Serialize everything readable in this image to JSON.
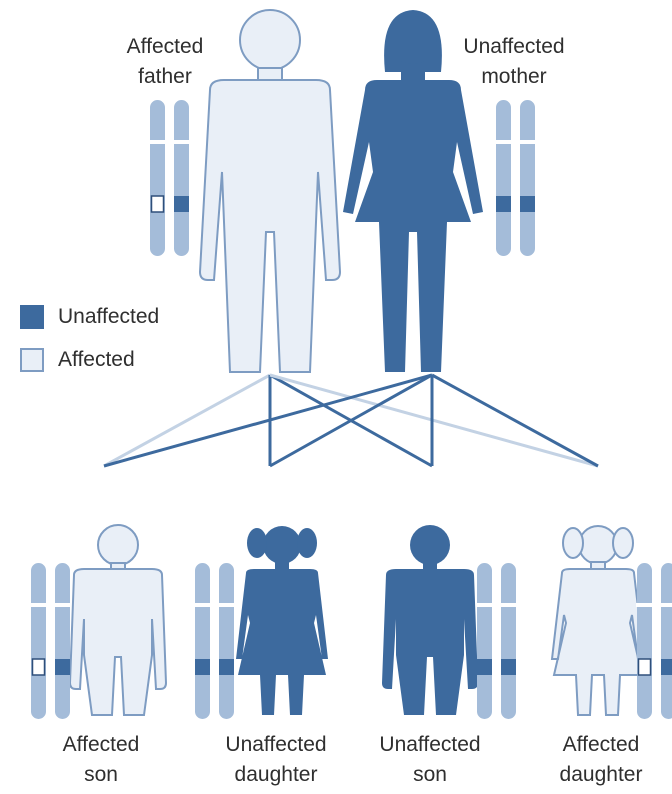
{
  "colors": {
    "unaffected": "#3d6a9e",
    "affected_fill": "#e9eff7",
    "affected_stroke": "#7e9cc2",
    "chromosome": "#a4bcd9",
    "line_dark": "#3d6a9e",
    "line_light": "#c3d2e4"
  },
  "legend": {
    "unaffected_label": "Unaffected",
    "affected_label": "Affected"
  },
  "parents": {
    "father": {
      "line1": "Affected",
      "line2": "father",
      "status": "affected"
    },
    "mother": {
      "line1": "Unaffected",
      "line2": "mother",
      "status": "unaffected"
    }
  },
  "children": [
    {
      "line1": "Affected",
      "line2": "son",
      "status": "affected",
      "sex": "male"
    },
    {
      "line1": "Unaffected",
      "line2": "daughter",
      "status": "unaffected",
      "sex": "female"
    },
    {
      "line1": "Unaffected",
      "line2": "son",
      "status": "unaffected",
      "sex": "male"
    },
    {
      "line1": "Affected",
      "line2": "daughter",
      "status": "affected",
      "sex": "female"
    }
  ],
  "chromosome_pairs": {
    "father": [
      "affected",
      "unaffected"
    ],
    "mother": [
      "unaffected",
      "unaffected"
    ],
    "affected_son": [
      "affected",
      "unaffected"
    ],
    "unaffected_daughter": [
      "unaffected",
      "unaffected"
    ],
    "unaffected_son": [
      "unaffected",
      "unaffected"
    ],
    "affected_daughter": [
      "affected",
      "unaffected"
    ]
  }
}
